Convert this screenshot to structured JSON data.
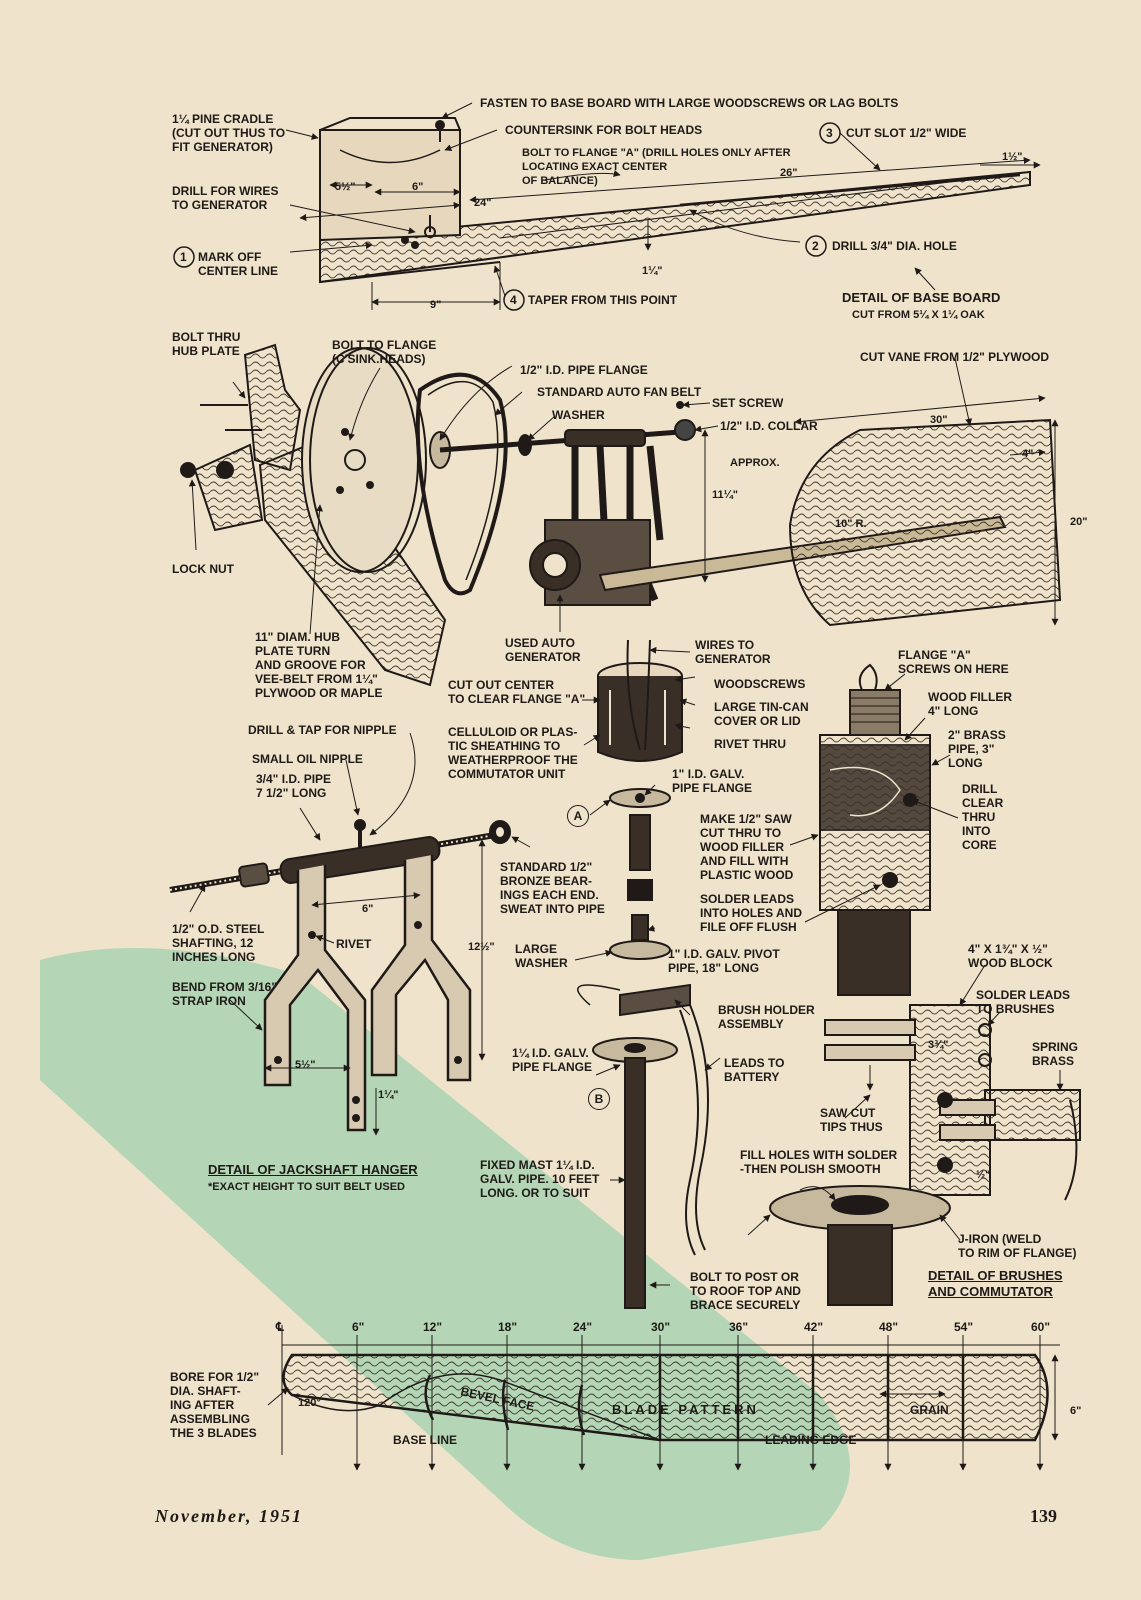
{
  "base_board": {
    "title": "DETAIL OF BASE BOARD",
    "subtitle": "CUT FROM 5¼ X 1¼ OAK",
    "pine_cradle": "1¼ PINE CRADLE\n(CUT OUT THUS TO\nFIT GENERATOR)",
    "fasten": "FASTEN TO BASE BOARD WITH LARGE WOODSCREWS OR LAG BOLTS",
    "countersink": "COUNTERSINK FOR BOLT HEADS",
    "bolt_flange": "BOLT TO FLANGE \"A\" (DRILL HOLES ONLY AFTER\nLOCATING EXACT CENTER\nOF BALANCE)",
    "drill_wires": "DRILL FOR WIRES\nTO GENERATOR",
    "step1": "MARK OFF\nCENTER LINE",
    "step2": "DRILL 3/4\" DIA. HOLE",
    "step3": "CUT SLOT 1/2\" WIDE",
    "step4": "TAPER FROM THIS POINT",
    "dim_5": "5½\"",
    "dim_6": "6\"",
    "dim_24": "24\"",
    "dim_26": "26\"",
    "dim_1q": "1¼\"",
    "dim_1h": "1½\"",
    "dim_9": "9\""
  },
  "assembly": {
    "bolt_hub": "BOLT THRU\nHUB PLATE",
    "bolt_flange_heads": "BOLT TO FLANGE\n(C'SINK.HEADS)",
    "pipe_flange": "1/2\" I.D. PIPE FLANGE",
    "fan_belt": "STANDARD AUTO FAN BELT",
    "washer": "WASHER",
    "set_screw": "SET SCREW",
    "collar": "1/2\" I.D. COLLAR",
    "cut_vane": "CUT VANE FROM 1/2\" PLYWOOD",
    "dim_30": "30\"",
    "dim_4": "4\"",
    "dim_20": "20\"",
    "dim_10r": "10\" R.",
    "approx": "APPROX.",
    "dim_11q": "11¼\"",
    "lock_nut": "LOCK NUT",
    "hub_plate": "11\" DIAM. HUB\nPLATE TURN\nAND GROOVE FOR\nVEE-BELT FROM 1¼\"\nPLYWOOD OR MAPLE",
    "generator": "USED AUTO\nGENERATOR"
  },
  "commutator": {
    "wires": "WIRES TO\nGENERATOR",
    "woodscrews": "WOODSCREWS",
    "tin_can": "LARGE TIN-CAN\nCOVER OR LID",
    "rivet_thru": "RIVET THRU",
    "cut_center": "CUT OUT CENTER\nTO CLEAR FLANGE \"A\"",
    "celluloid": "CELLULOID OR PLAS-\nTIC SHEATHING TO\nWEATHERPROOF THE\nCOMMUTATOR UNIT",
    "galv_flange": "1\" I.D. GALV.\nPIPE FLANGE",
    "label_a": "A",
    "large_washer": "LARGE\nWASHER",
    "pivot_pipe": "1\" I.D. GALV. PIVOT\nPIPE, 18\" LONG",
    "brush_holder": "BRUSH HOLDER\nASSEMBLY",
    "leads_battery": "LEADS TO\nBATTERY",
    "flange_125": "1¼ I.D. GALV.\nPIPE FLANGE",
    "label_b": "B",
    "fixed_mast": "FIXED MAST 1¼ I.D.\nGALV. PIPE. 10 FEET\nLONG. OR TO SUIT",
    "bolt_post": "BOLT TO POST OR\nTO ROOF TOP AND\nBRACE SECURELY"
  },
  "jackshaft": {
    "drill_tap": "DRILL & TAP FOR NIPPLE",
    "oil_nipple": "SMALL OIL NIPPLE",
    "pipe": "3/4\" I.D. PIPE\n7 1/2\" LONG",
    "bearings": "STANDARD 1/2\"\nBRONZE BEAR-\nINGS EACH END.\nSWEAT INTO PIPE",
    "shafting": "1/2\" O.D. STEEL\nSHAFTING, 12\nINCHES LONG",
    "rivet": "RIVET",
    "bend": "BEND FROM 3/16\"\nSTRAP IRON",
    "dim_6": "6\"",
    "dim_12h": "12½\"",
    "dim_5h": "5½\"",
    "dim_1q": "1¼\"",
    "title": "DETAIL OF JACKSHAFT HANGER",
    "note": "*EXACT HEIGHT TO SUIT BELT USED"
  },
  "brushes": {
    "flange_a": "FLANGE \"A\"\nSCREWS ON HERE",
    "wood_filler": "WOOD FILLER\n4\" LONG",
    "brass_pipe": "2\" BRASS\nPIPE, 3\"\nLONG",
    "drill_clear": "DRILL\nCLEAR\nTHRU\nINTO\nCORE",
    "saw_cut": "MAKE 1/2\" SAW\nCUT THRU TO\nWOOD FILLER\nAND FILL WITH\nPLASTIC WOOD",
    "solder_holes": "SOLDER LEADS\nINTO HOLES AND\nFILE OFF FLUSH",
    "wood_block": "4\" X 1¾\" X ½\"\nWOOD BLOCK",
    "solder_brushes": "SOLDER LEADS\nTO BRUSHES",
    "spring_brass": "SPRING\nBRASS",
    "saw_tips": "SAW CUT\nTIPS THUS",
    "fill_holes": "FILL HOLES WITH SOLDER\n-THEN POLISH SMOOTH",
    "j_iron": "J-IRON (WELD\nTO RIM OF FLANGE)",
    "dim_3q": "3¾\"",
    "dim_h": "½\"",
    "title": "DETAIL OF BRUSHES\nAND COMMUTATOR"
  },
  "blade": {
    "ticks": [
      "℄",
      "6\"",
      "12\"",
      "18\"",
      "24\"",
      "30\"",
      "36\"",
      "42\"",
      "48\"",
      "54\"",
      "60\""
    ],
    "bore": "BORE FOR 1/2\"\nDIA. SHAFT-\nING AFTER\nASSEMBLING\nTHE 3 BLADES",
    "angle": "120°",
    "bevel": "BEVEL FACE",
    "pattern": "BLADE PATTERN",
    "grain": "GRAIN",
    "base_line": "BASE LINE",
    "leading_edge": "LEADING EDGE",
    "dim_6": "6\""
  },
  "footer": {
    "date": "November, 1951",
    "page": "139"
  },
  "colors": {
    "paper": "#efe3cc",
    "ink": "#1f1a17",
    "green_band": "#a9d3b1"
  }
}
